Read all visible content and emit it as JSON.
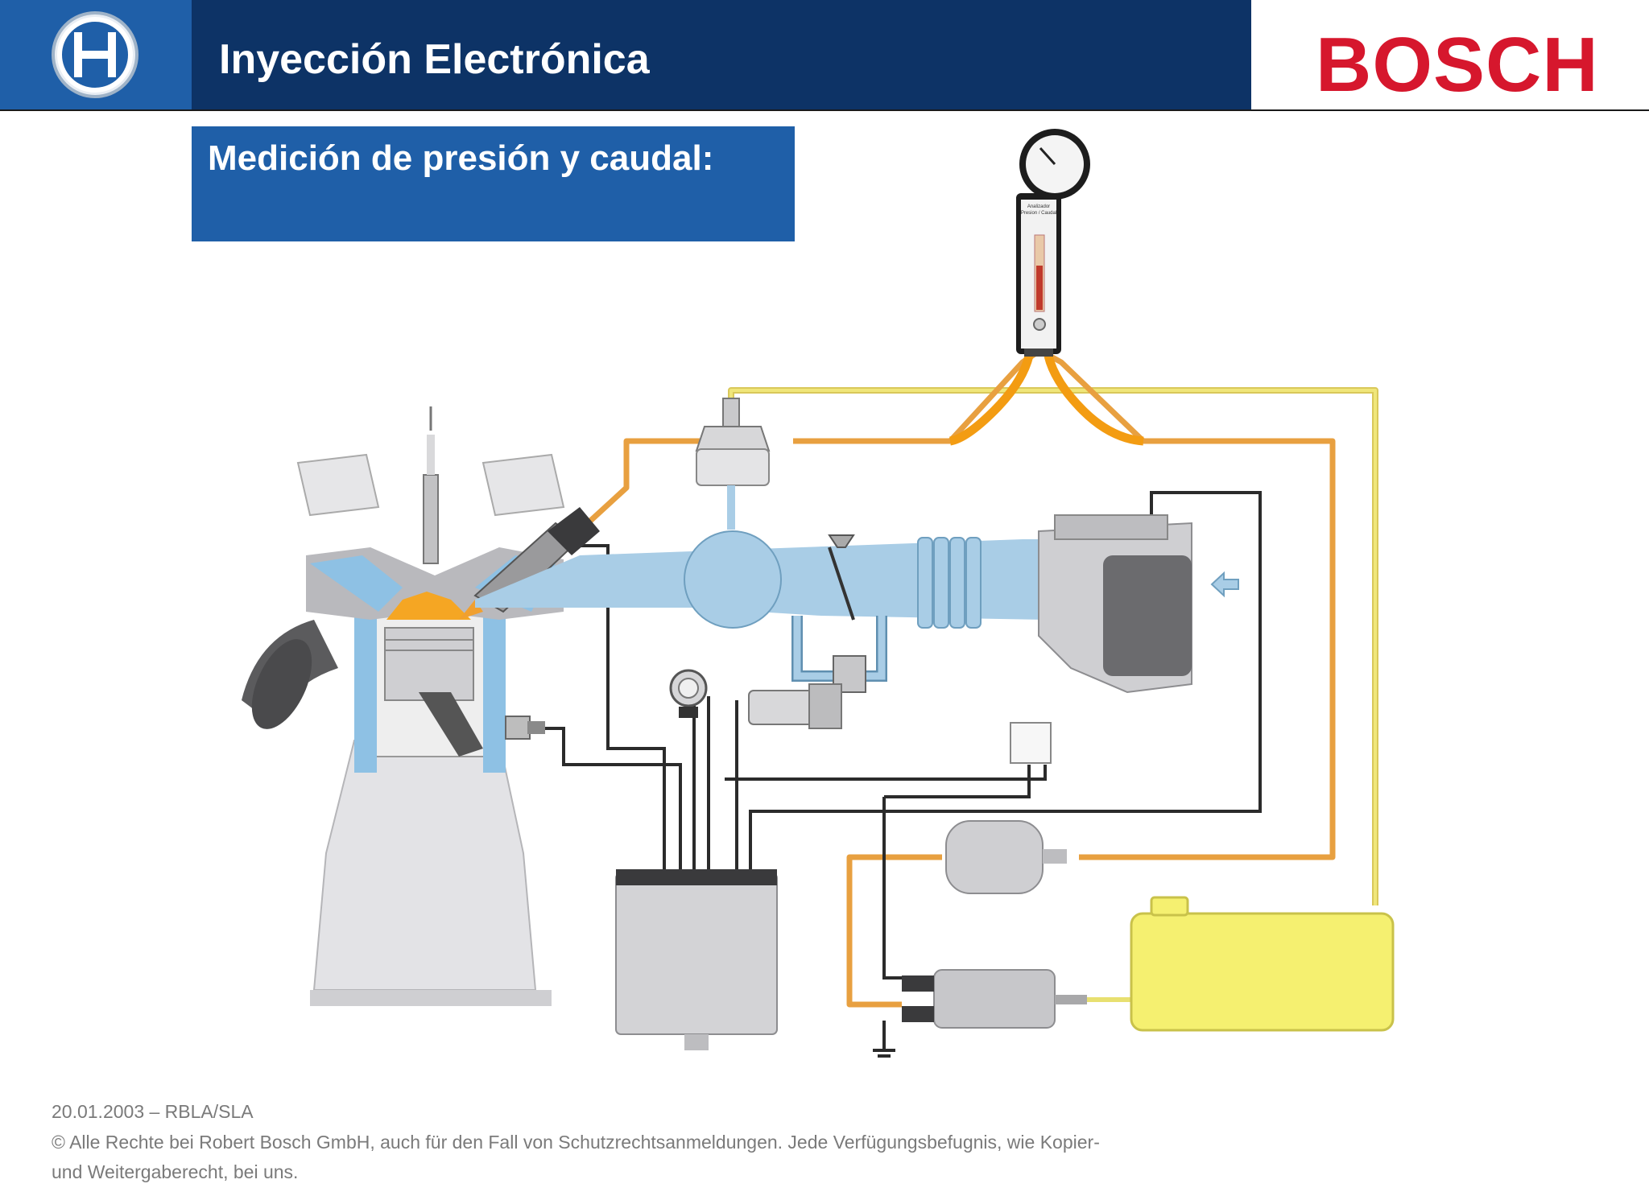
{
  "header": {
    "title": "Inyección Electrónica",
    "brand": "BOSCH",
    "logo_icon": "bosch-armature-icon",
    "colors": {
      "title_bar": "#0d3366",
      "logo_box": "#1f5fa8",
      "brand_red": "#d6172d"
    }
  },
  "subtitle": "Medición de presión y caudal:",
  "gauge": {
    "label_line1": "Analizador",
    "label_line2": "Presion / Caudal"
  },
  "footer": {
    "date_line": "20.01.2003 – RBLA/SLA",
    "copyright_line1": "© Alle Rechte bei Robert Bosch GmbH, auch für den Fall von Schutzrechtsanmeldungen. Jede Verfügungsbefugnis, wie Kopier-",
    "copyright_line2": "und Weitergaberecht, bei uns."
  },
  "diagram": {
    "icons": [
      "pressure-flow-gauge-icon",
      "fuel-pressure-regulator-icon",
      "fuel-injector-icon",
      "spark-plug-icon",
      "engine-cylinder-icon",
      "piston-icon",
      "intake-manifold-icon",
      "throttle-valve-icon",
      "idle-air-valve-icon",
      "air-flow-meter-icon",
      "air-inlet-arrow-icon",
      "throttle-switch-icon",
      "temperature-sensor-icon",
      "control-unit-icon",
      "relay-icon",
      "fuel-filter-icon",
      "fuel-pump-icon",
      "fuel-tank-icon",
      "ground-icon"
    ],
    "colors": {
      "air": "#a9cde6",
      "fuel_feed": "#f0a030",
      "fuel_return": "#e8e070",
      "tank": "#f5f070",
      "wire": "#2b2b2b",
      "metal": "#bdbdbd"
    }
  }
}
